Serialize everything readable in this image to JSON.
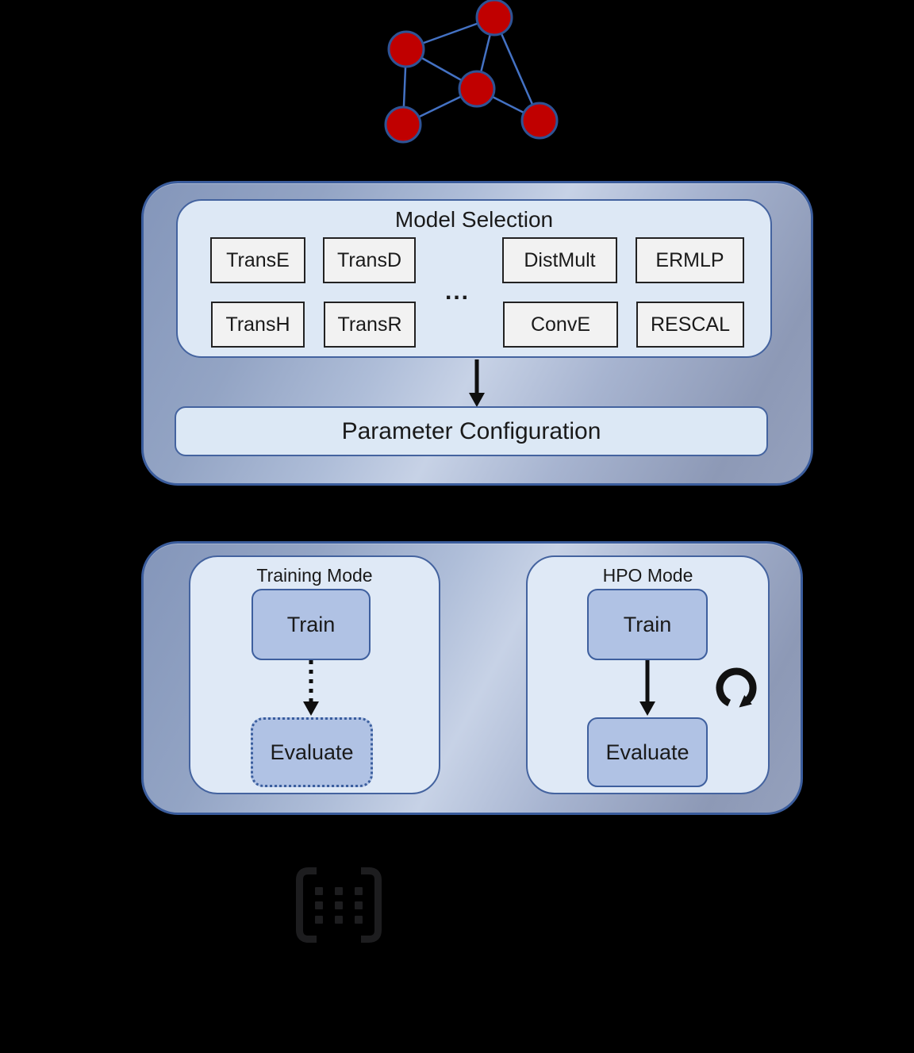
{
  "graph": {
    "description": "knowledge graph with 5 nodes and 7 edges",
    "node_count": 5,
    "edge_count": 7
  },
  "pipeline": {
    "title": "Model Selection",
    "models_row1": [
      "TransE",
      "TransD",
      "DistMult",
      "ERMLP"
    ],
    "models_row2": [
      "TransH",
      "TransR",
      "ConvE",
      "RESCAL"
    ],
    "ellipsis": "...",
    "param_config_label": "Parameter Configuration"
  },
  "modes": {
    "training": {
      "title": "Training Mode",
      "train_label": "Train",
      "evaluate_label": "Evaluate"
    },
    "hpo": {
      "title": "HPO Mode",
      "train_label": "Train",
      "evaluate_label": "Evaluate"
    }
  },
  "icons": {
    "top_figure": "knowledge-graph-icon",
    "hpo_loop": "loop-arrow-icon",
    "bottom_figure": "matrix-icon"
  },
  "colors": {
    "node-red": "#c00000",
    "edge-blue": "#4472c4",
    "box-border": "#3a5c9c",
    "panel-fill": "#dde8f5",
    "panel-border": "#44639f",
    "button-fill": "#f2f2f2",
    "button-border": "#222222",
    "action-fill": "#b0c2e4",
    "action-border": "#3e5f9e",
    "arrow-black": "#0f0f0f",
    "icon-dark": "#1d1d1f",
    "text-dark": "#1a1a1a",
    "background": "#000000"
  }
}
